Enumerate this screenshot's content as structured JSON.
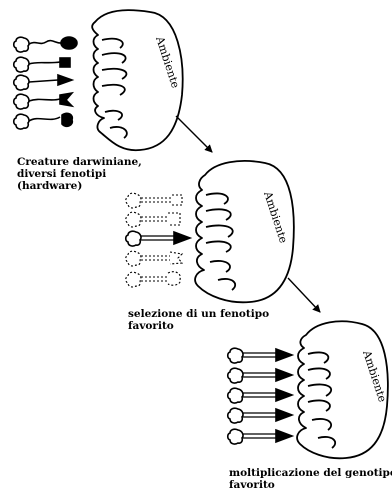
{
  "panels": [
    {
      "environment_label": "Ambiente",
      "caption": "Creature darwiniane,\ndiversi fenotipi\n(hardware)"
    },
    {
      "environment_label": "Ambiente",
      "caption": "selezione di un fenotipo\nfavorito"
    },
    {
      "environment_label": "Ambiente",
      "caption": "moltiplicazione del genotipo\nfavorito"
    }
  ]
}
